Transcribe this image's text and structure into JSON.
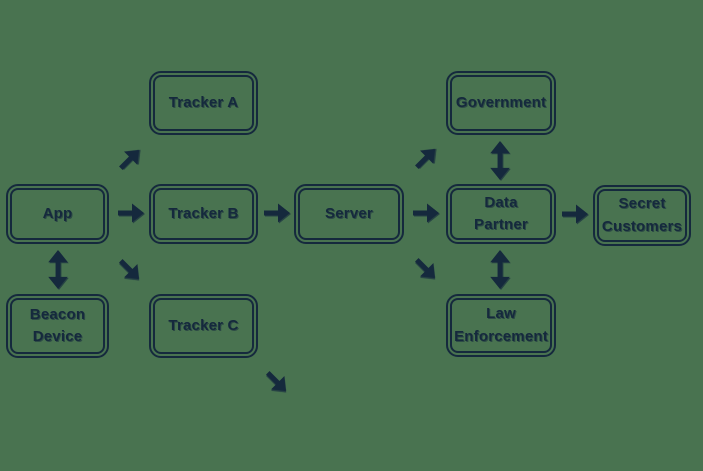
{
  "diagram": {
    "background_color": "#497350",
    "line_color": "#15293d",
    "nodes": [
      {
        "id": "app",
        "label": "App"
      },
      {
        "id": "beacon-device",
        "label": "Beacon Device"
      },
      {
        "id": "tracker-a",
        "label": "Tracker A"
      },
      {
        "id": "tracker-b",
        "label": "Tracker B"
      },
      {
        "id": "tracker-c",
        "label": "Tracker C"
      },
      {
        "id": "server",
        "label": "Server"
      },
      {
        "id": "government",
        "label": "Government"
      },
      {
        "id": "data-partner",
        "label": "Data Partner"
      },
      {
        "id": "law-enforcement",
        "label": "Law Enforcement"
      },
      {
        "id": "secret-customers",
        "label": "Secret Customers"
      }
    ],
    "edges": [
      {
        "from": "app",
        "to": "beacon-device",
        "bidirectional": true
      },
      {
        "from": "app",
        "to": "tracker-a",
        "bidirectional": false
      },
      {
        "from": "app",
        "to": "tracker-b",
        "bidirectional": false
      },
      {
        "from": "app",
        "to": "tracker-c",
        "bidirectional": false
      },
      {
        "from": "tracker-b",
        "to": "server",
        "bidirectional": false
      },
      {
        "from": "tracker-c",
        "to": null,
        "bidirectional": false
      },
      {
        "from": "server",
        "to": "government",
        "bidirectional": false
      },
      {
        "from": "server",
        "to": "data-partner",
        "bidirectional": false
      },
      {
        "from": "server",
        "to": "law-enforcement",
        "bidirectional": false
      },
      {
        "from": "data-partner",
        "to": "government",
        "bidirectional": true
      },
      {
        "from": "data-partner",
        "to": "law-enforcement",
        "bidirectional": true
      },
      {
        "from": "data-partner",
        "to": "secret-customers",
        "bidirectional": false
      }
    ]
  }
}
